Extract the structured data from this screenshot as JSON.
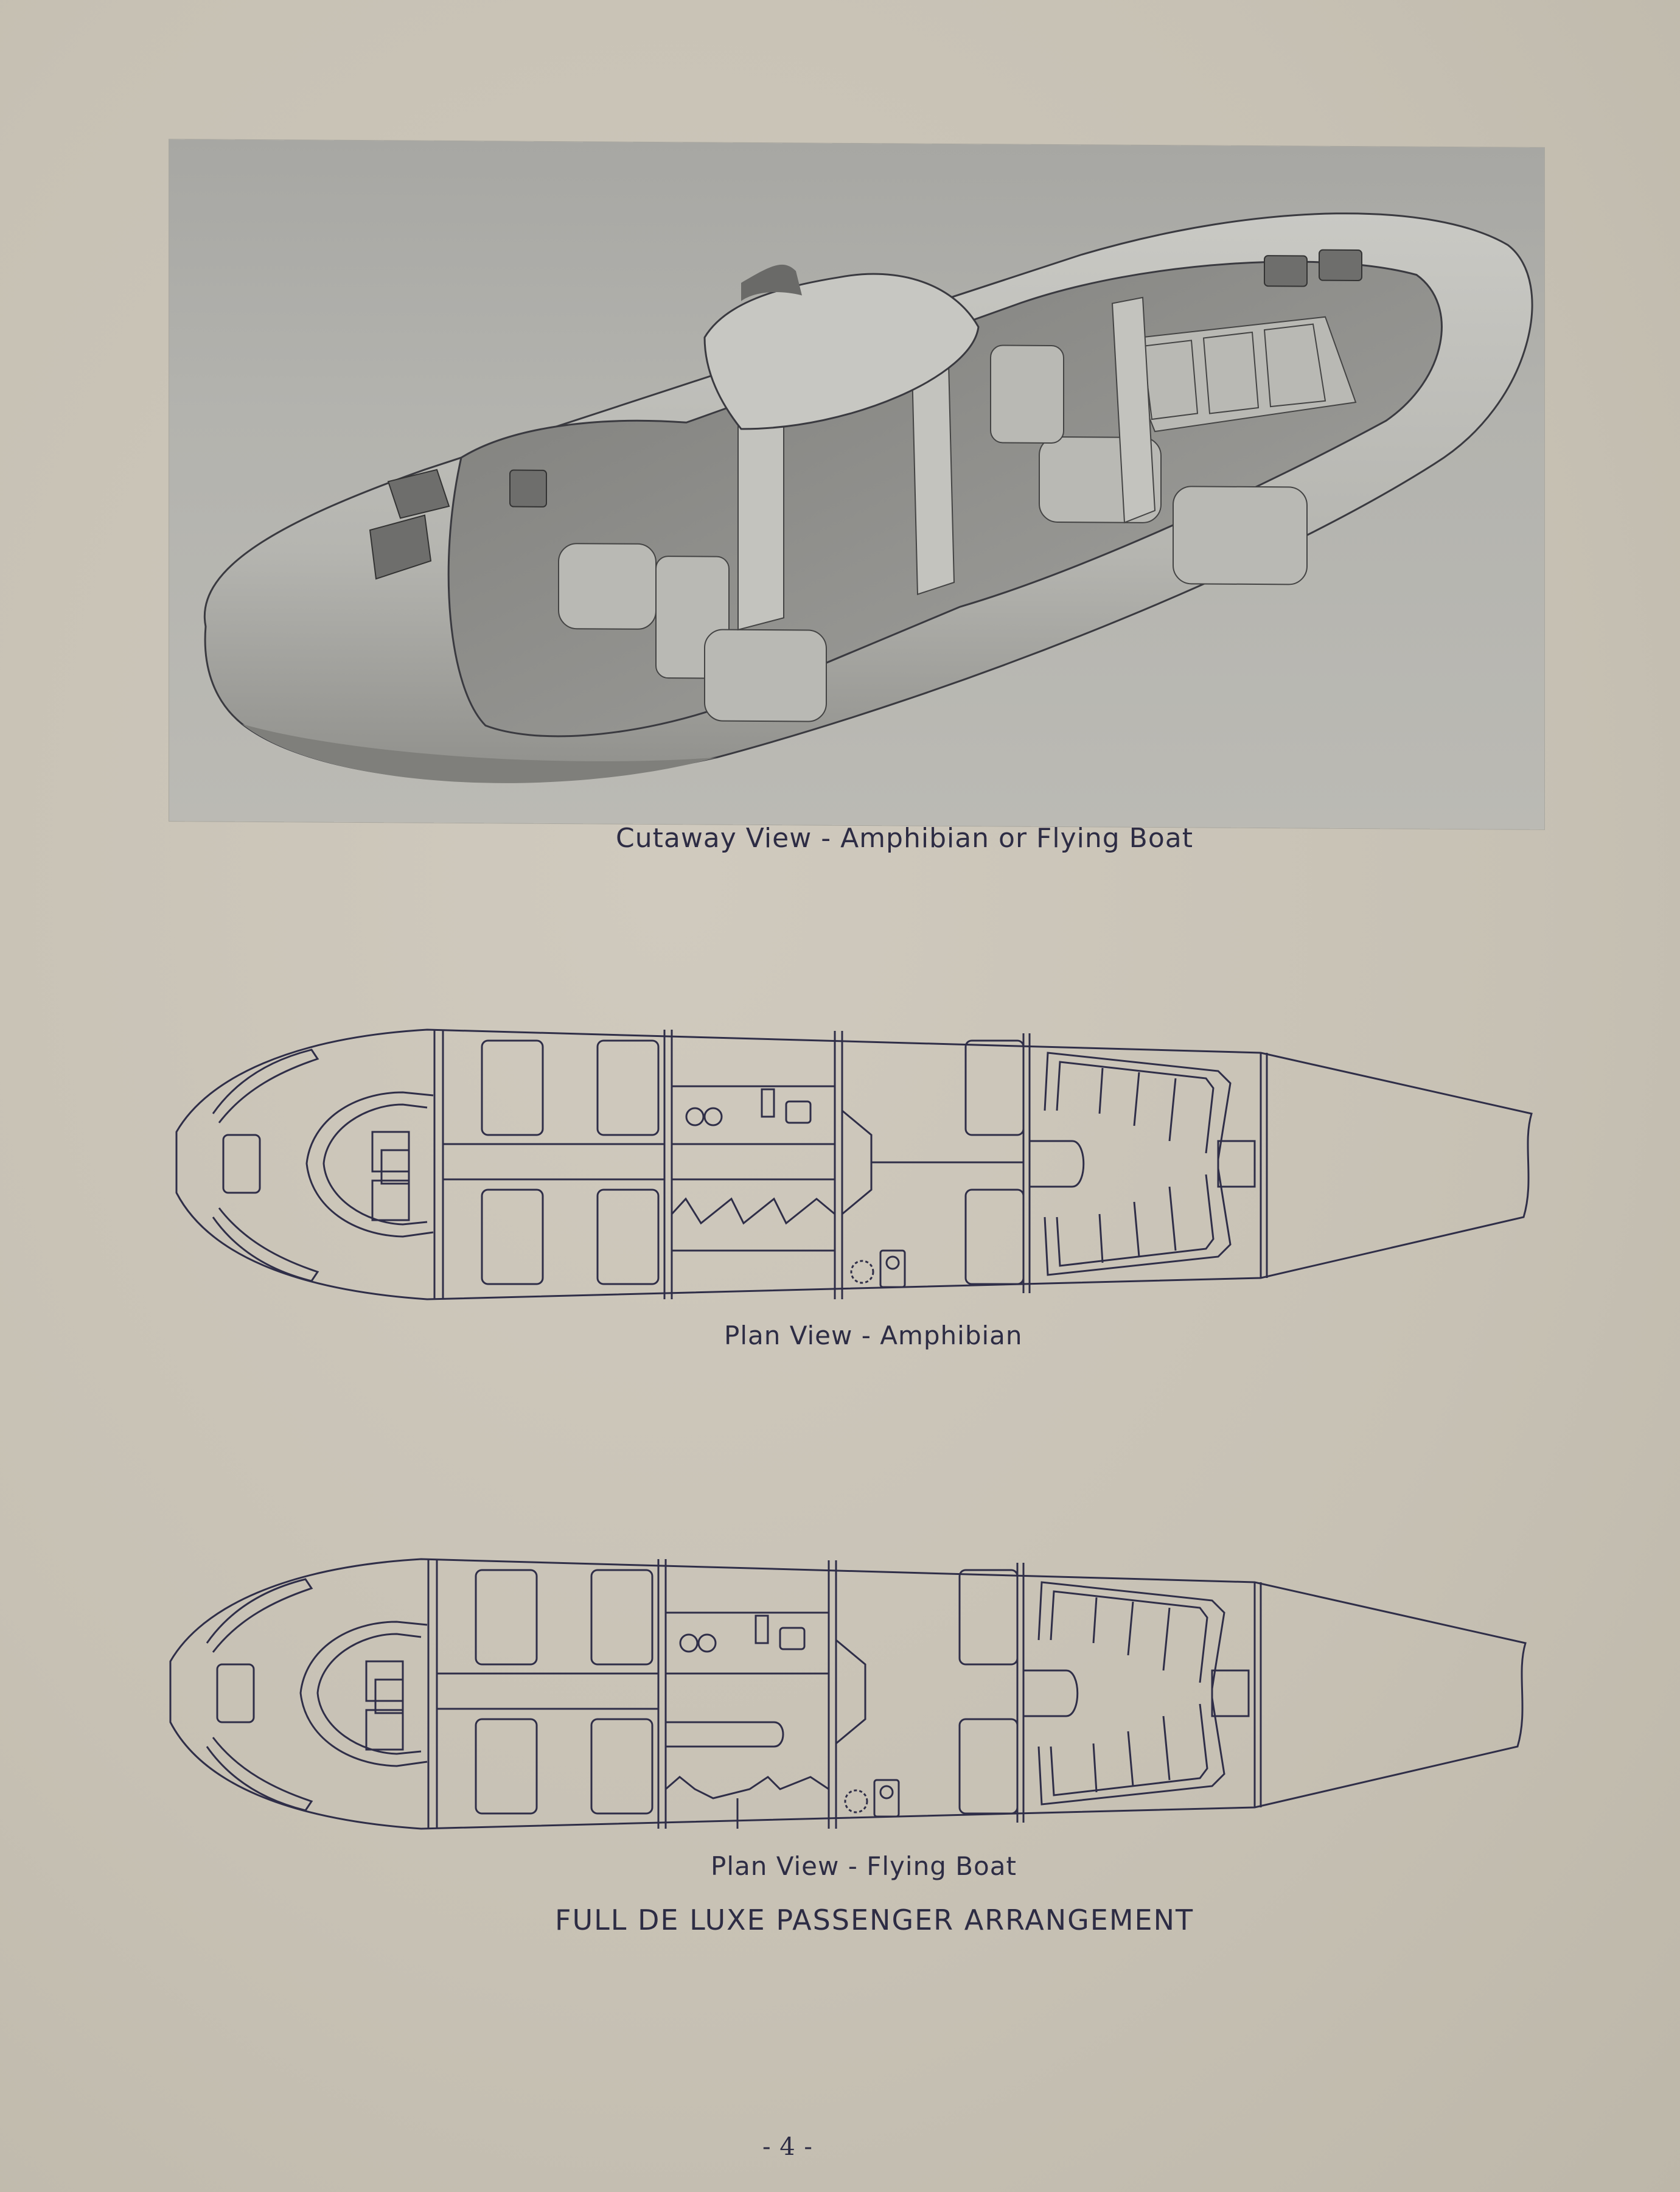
{
  "figures": {
    "cutaway": {
      "caption": "Cutaway View - Amphibian or Flying Boat",
      "icon": "aircraft-hull-cutaway-illustration"
    },
    "plan_amphibian": {
      "caption": "Plan View - Amphibian",
      "icon": "aircraft-floor-plan"
    },
    "plan_flying_boat": {
      "caption": "Plan View - Flying Boat",
      "icon": "aircraft-floor-plan"
    }
  },
  "title": "FULL DE LUXE PASSENGER ARRANGEMENT",
  "page_number": "- 4 -",
  "colors": {
    "paper": "#c9c3b6",
    "ink": "#2d2c44",
    "photo_gray": "#b3b3ae"
  }
}
